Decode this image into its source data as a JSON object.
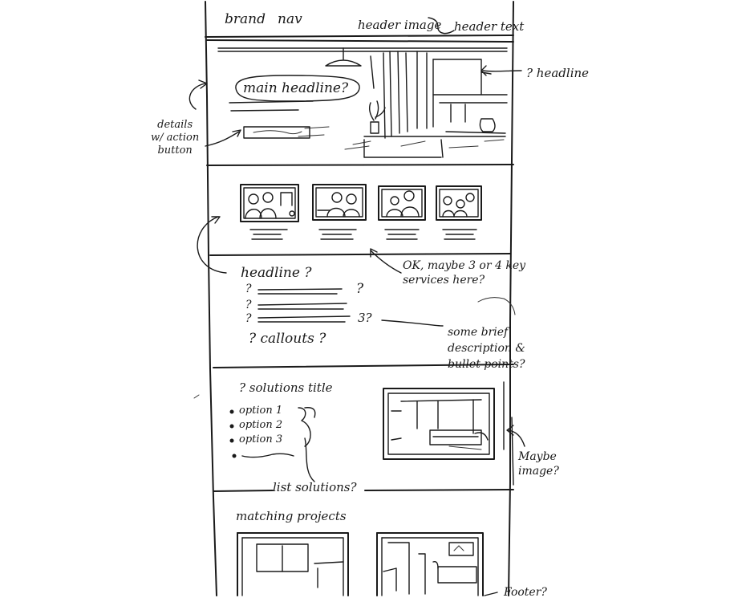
{
  "header": {
    "brand": "brand",
    "nav": "nav",
    "header_image": "header image",
    "header_text": "header text"
  },
  "hero": {
    "main_headline": "main headline?",
    "headline_note": "? headline",
    "details_note": "details\nw/ action\nbutton"
  },
  "services": {
    "note": "OK, maybe 3 or 4 key\nservices here?",
    "count": 4
  },
  "callouts": {
    "headline": "headline ?",
    "markers": [
      "?",
      "?",
      "?"
    ],
    "line_marks": [
      "?",
      "3?"
    ],
    "callouts_label": "? callouts ?",
    "note": "some brief\ndescription &\nbullet points?"
  },
  "solutions": {
    "title": "? solutions title",
    "options": [
      "option 1",
      "option 2",
      "option 3"
    ],
    "list_note": "list solutions?",
    "image_note": "Maybe\nimage?"
  },
  "projects": {
    "title": "matching projects",
    "footer_note": "Footer?"
  }
}
